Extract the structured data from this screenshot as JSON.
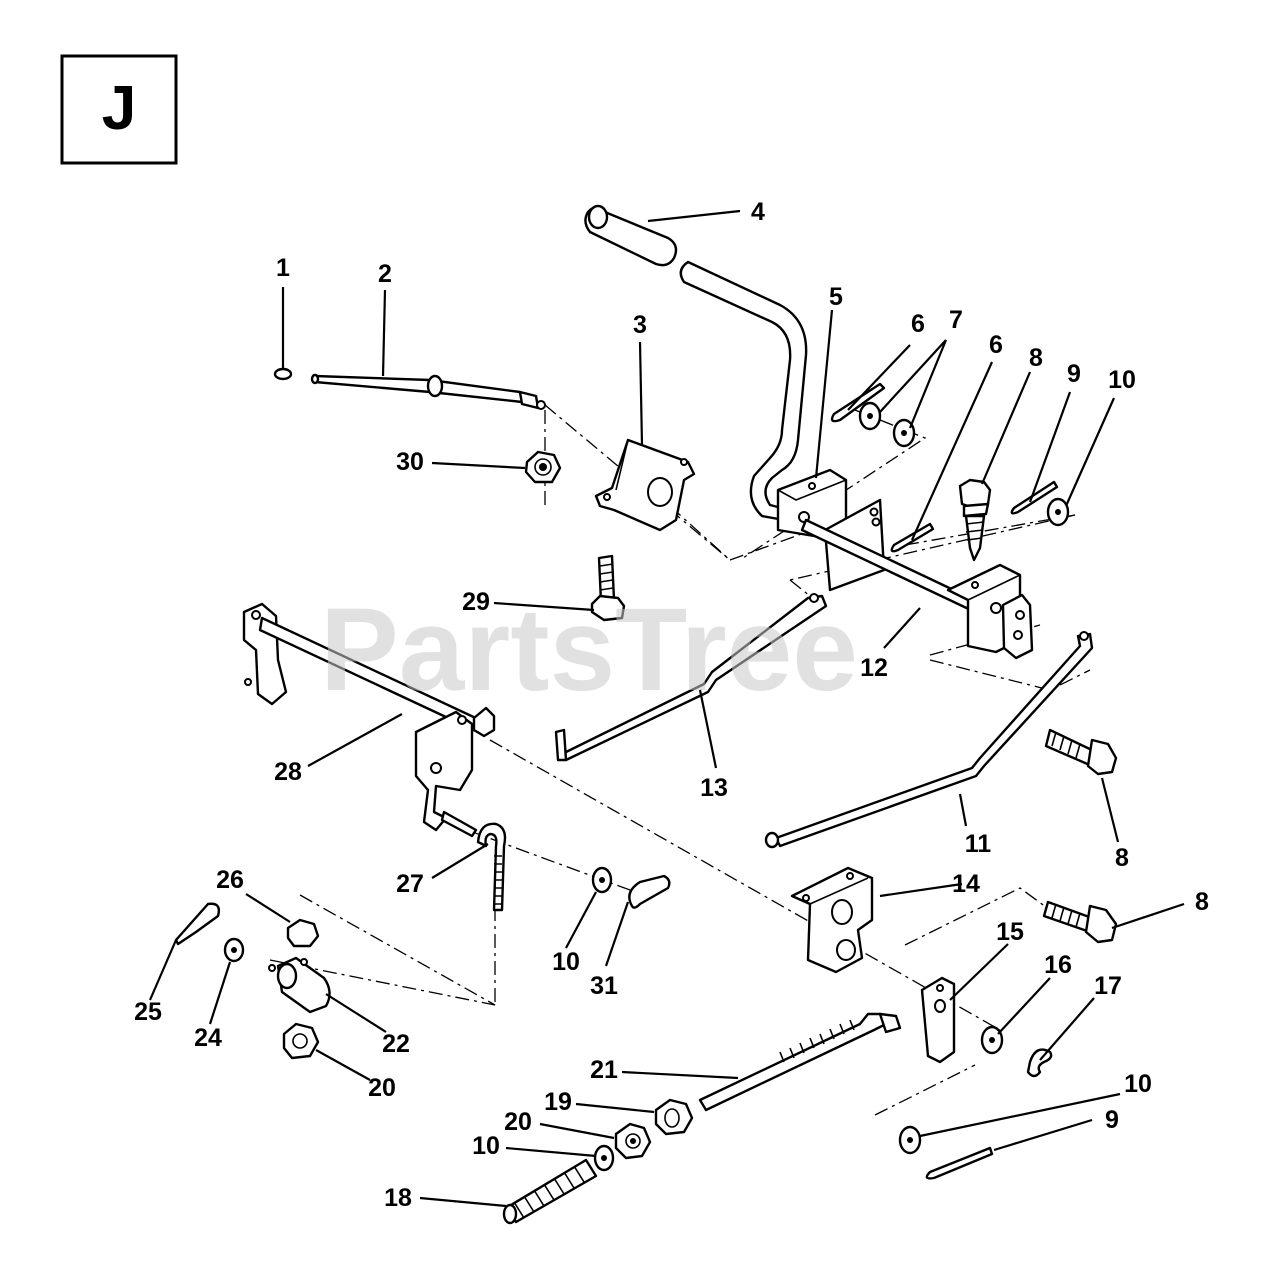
{
  "section": {
    "letter": "J"
  },
  "watermark": {
    "text": "PartsTree"
  },
  "callouts": {
    "c1": "1",
    "c2": "2",
    "c3": "3",
    "c4": "4",
    "c5": "5",
    "c6a": "6",
    "c6b": "6",
    "c7": "7",
    "c8a": "8",
    "c8b": "8",
    "c8c": "8",
    "c9a": "9",
    "c9b": "9",
    "c10a": "10",
    "c10b": "10",
    "c10c": "10",
    "c10d": "10",
    "c11": "11",
    "c12": "12",
    "c13": "13",
    "c14": "14",
    "c15": "15",
    "c16": "16",
    "c17": "17",
    "c18": "18",
    "c19": "19",
    "c20a": "20",
    "c20b": "20",
    "c21": "21",
    "c22": "22",
    "c24": "24",
    "c25": "25",
    "c26": "26",
    "c27": "27",
    "c28": "28",
    "c29": "29",
    "c30": "30",
    "c31": "31"
  },
  "colors": {
    "ink": "#000000",
    "paper": "#ffffff",
    "watermark": "#c8c8c8"
  }
}
